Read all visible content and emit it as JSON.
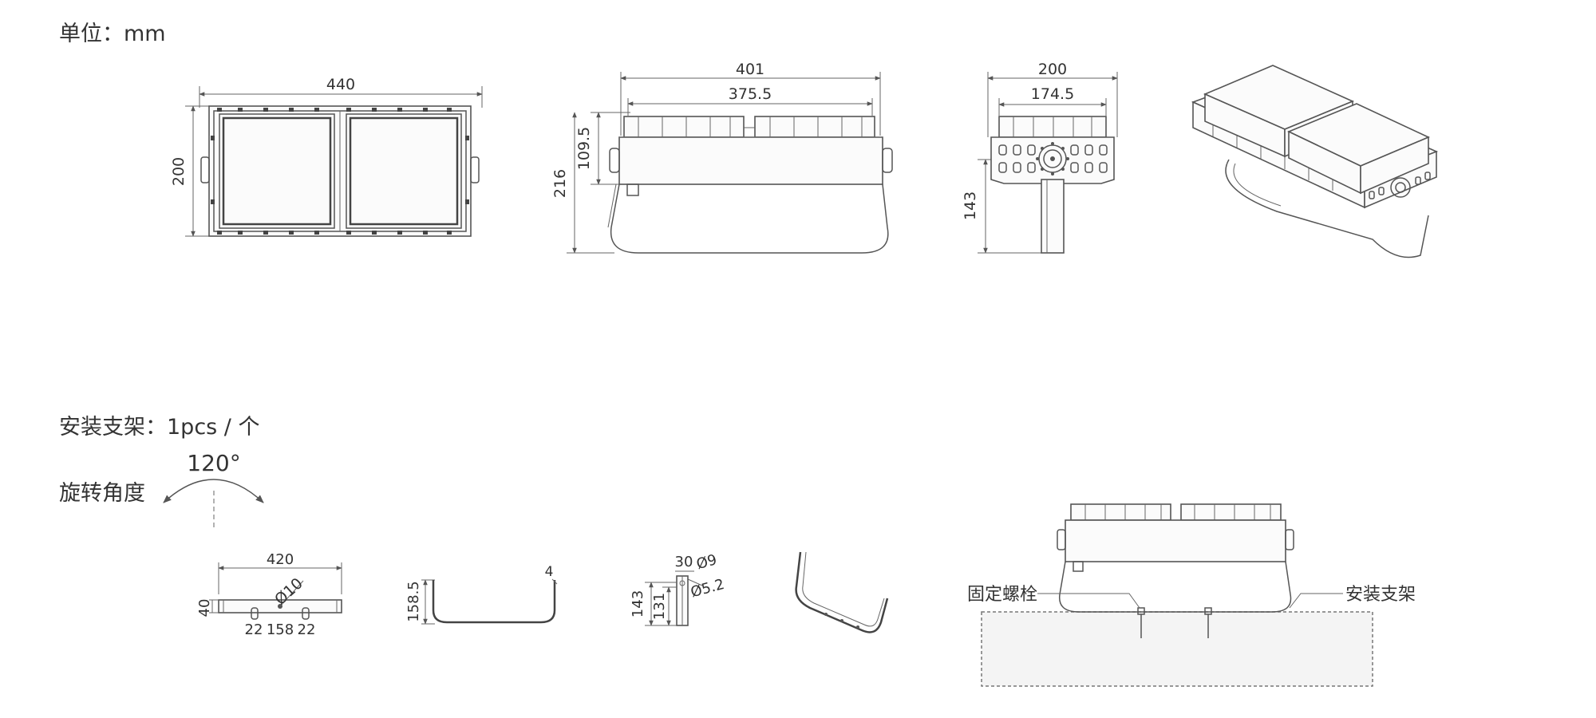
{
  "headings": {
    "unit": "单位：mm",
    "bracket": "安装支架：1pcs / 个",
    "rotation": "旋转角度"
  },
  "rotation_angle": "120°",
  "front_view": {
    "width": "440",
    "height": "200"
  },
  "side_view": {
    "width": "401",
    "inner_width": "375.5",
    "body_height": "109.5",
    "total_height": "216"
  },
  "end_view": {
    "width": "200",
    "inner_width": "174.5",
    "bracket_height": "143"
  },
  "bracket_top": {
    "length": "420",
    "thickness": "40",
    "hole": "Ø10",
    "spacing_left": "22",
    "spacing_mid": "158",
    "spacing_right": "22"
  },
  "bracket_side": {
    "height": "158.5",
    "thickness": "4"
  },
  "bracket_end": {
    "width": "30",
    "hole_large": "Ø9",
    "hole_small": "Ø5.2",
    "height": "143",
    "inner_height": "131"
  },
  "install": {
    "bolt_label": "固定螺栓",
    "bracket_label": "安装支架"
  }
}
